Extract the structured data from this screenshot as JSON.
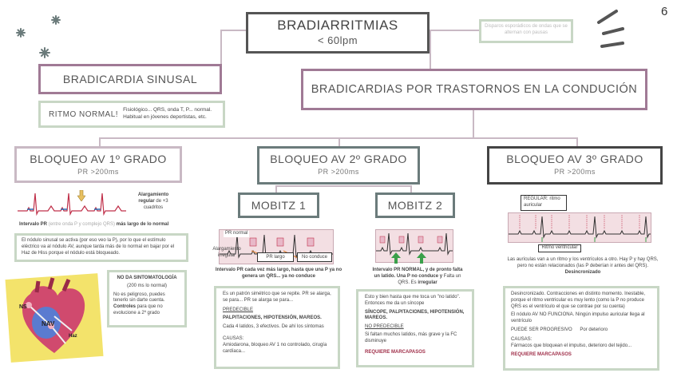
{
  "page_number": "6",
  "colors": {
    "mauve": "#a07a95",
    "dark": "#555555",
    "green": "#c8d7c5",
    "pinkline": "#c9b9c4",
    "teal_grey": "#6b7b7b"
  },
  "title": {
    "line1": "BRADIARRITMIAS",
    "line2": "< 60lpm"
  },
  "top_note": "Disparos esporádicos de ondas que se alternan con pausas",
  "sinusal": {
    "title": "BRADICARDIA SINUSAL",
    "ritmo": "RITMO NORMAL!",
    "desc": "Fisiológico... QRS, onda T, P... normal. Habitual en jóvenes deportistas, etc."
  },
  "conduccion": {
    "title": "BRADICARDIAS POR TRASTORNOS EN LA CONDUCIÓN"
  },
  "av1": {
    "title": "BLOQUEO AV 1º GRADO",
    "pr": "PR >200ms",
    "pr_label_bold": "Intervalo PR",
    "pr_label_light": "(entre onda P y complejo QRS)",
    "pr_label_rest": "más largo de lo normal",
    "alargamiento_bold": "Alargamiento regular",
    "alargamiento_rest": "de +3 cuadritos",
    "explain": "El nódulo sinusal se activa (por eso veo la P), por lo que el estímulo eléctrico va al nódulo AV, aunque tarda más de lo normal en bajar por el Haz de Hiss porque el nódulo está bloqueado.",
    "no_sint_title": "NO DA SINTOMATOLOGÍA",
    "no_sint_ms": "(200 ms lo normal)",
    "no_sint_desc": "No es peligroso, puedes tenerlo sin darte cuenta.",
    "controles_bold": "Controles",
    "controles_rest": "para que no evolucione a 2º grado",
    "heart_nav": "NAV",
    "heart_ns": "NS",
    "heart_haz": "Haz"
  },
  "av2": {
    "title": "BLOQUEO AV 2º GRADO",
    "pr": "PR >200ms",
    "mobitz1": {
      "title": "MOBITZ 1",
      "pr_normal": "PR normal",
      "pr_largo": "PR largo",
      "no_conduce": "No conduce",
      "alargamiento": "Alargamiento irregular",
      "caption": "Intervalo PR cada vez más largo, hasta que una P ya no genera un QRS... ya no conduce",
      "p1": "Es un patrón simétrico que se repite. PR se alarga, se para... PR se alarga se para...",
      "predecible": "PREDECIBLE",
      "sintomas": "PALPITACIONES, HIPOTENSIÓN, MAREOS.",
      "cada": "Cada 4 latidos, 3 efectivos. De ahí los síntomas",
      "causas_label": "CAUSAS:",
      "causas": "Amiodarona, bloqueo AV 1 no controlado, cirugía cardíaca..."
    },
    "mobitz2": {
      "title": "MOBITZ 2",
      "caption_bold": "Intervalo PR NORMAL, y de pronto falta un latido. Una P no conduce y",
      "caption_rest": "Falta un QRS. Es",
      "irregular": "irregular",
      "p1": "Esto y bien hasta que me toca un \"no latido\". Entonces me da un síncope",
      "sintomas": "SÍNCOPE, PALPITACIONES, HIPOTENSIÓN, MAREOS.",
      "no_predecible": "NO PREDECIBLE",
      "si_faltan": "Si faltan muchos latidos, más grave y la FC disminuye",
      "marcapasos": "REQUIERE MARCAPASOS"
    }
  },
  "av3": {
    "title": "BLOQUEO AV 3º GRADO",
    "pr": "PR >200ms",
    "regular_label": "REGULAR: ritmo auricular",
    "ritmo_ventricular": "Ritmo ventricular",
    "caption": "Las aurículas van a un ritmo y los ventrículos a otro. Hay P y hay QRS, pero no están relacionados (las P deberían ir antes del QRS).",
    "desincronizado_bold": "Desincronizado",
    "p1": "Desincronizado. Contracciones en distinto momento. Inestable, porque el ritmo ventricular es muy lento (como la P no produce QRS es el ventrículo el que se contrae por su cuenta)",
    "p2": "El nódulo AV NO FUNCIONA. Ningún impulso auricular llega al ventrículo",
    "progresivo": "PUEDE SER PROGRESIVO",
    "por_deterioro": "Por deterioro",
    "causas_label": "CAUSAS:",
    "causas": "Fármacos que bloquean el impulso, deterioro del tejido...",
    "marcapasos": "REQUIERE MARCAPASOS"
  }
}
